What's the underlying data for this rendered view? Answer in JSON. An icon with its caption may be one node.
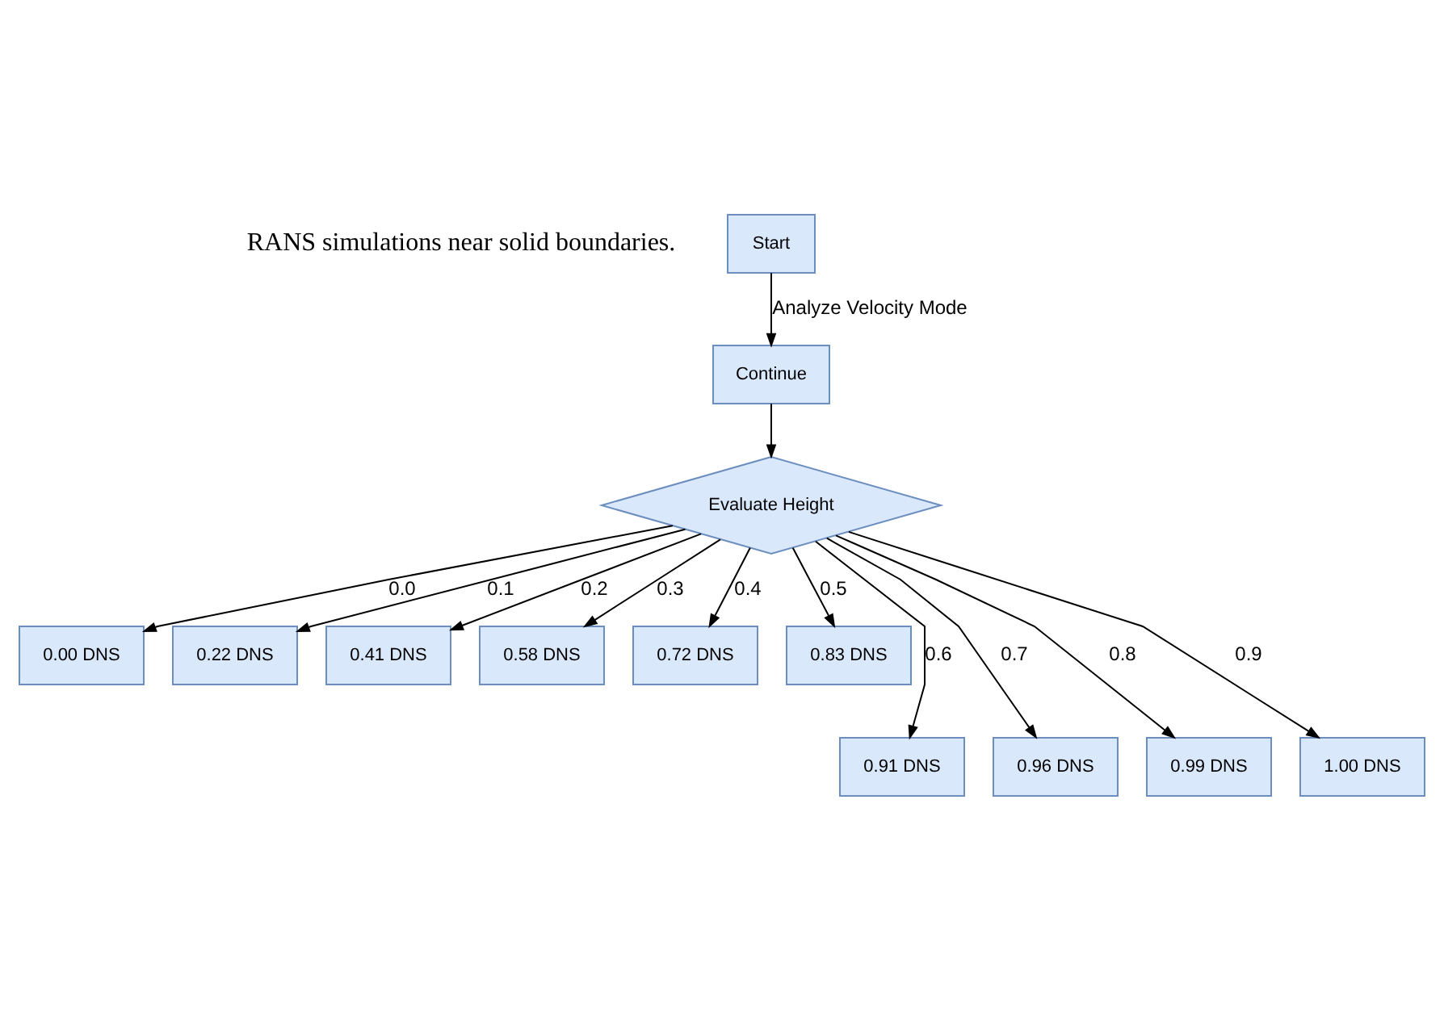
{
  "diagram": {
    "nodes": [
      {
        "text": [
          "Start"
        ]
      },
      {
        "text": [
          "Continue"
        ]
      },
      {
        "text": [
          "Evaluate Height"
        ]
      },
      {
        "text": [
          "0.00 DNS"
        ]
      },
      {
        "text": [
          "0.22 DNS"
        ]
      },
      {
        "text": [
          "0.41 DNS"
        ]
      },
      {
        "text": [
          "0.58 DNS"
        ]
      },
      {
        "text": [
          "0.72 DNS"
        ]
      },
      {
        "text": [
          "0.83 DNS"
        ]
      },
      {
        "text": [
          "0.91 DNS"
        ]
      },
      {
        "text": [
          "0.96 DNS"
        ]
      },
      {
        "text": [
          "0.99 DNS"
        ]
      },
      {
        "text": [
          "1.00 DNS"
        ]
      }
    ],
    "edges": [
      {
        "from": 0,
        "to": 1,
        "arrow": "to",
        "label": "Analyze Velocity Mode"
      },
      {
        "from": 1,
        "to": 2,
        "arrow": "to"
      },
      {
        "from": 2,
        "to": 3,
        "arrow": "to",
        "label": "0.0"
      },
      {
        "from": 2,
        "to": 4,
        "arrow": "to",
        "label": "0.1"
      },
      {
        "from": 2,
        "to": 5,
        "arrow": "to",
        "label": "0.2"
      },
      {
        "from": 2,
        "to": 6,
        "arrow": "to",
        "label": "0.3"
      },
      {
        "from": 2,
        "to": 7,
        "arrow": "to",
        "label": "0.4"
      },
      {
        "from": 2,
        "to": 8,
        "arrow": "to",
        "label": "0.5"
      },
      {
        "from": 2,
        "to": 9,
        "arrow": "to",
        "label": "0.6"
      },
      {
        "from": 2,
        "to": 10,
        "arrow": "to",
        "label": "0.7"
      },
      {
        "from": 2,
        "to": 11,
        "arrow": "to",
        "label": "0.8"
      },
      {
        "from": 2,
        "to": 12,
        "arrow": "to",
        "label": "0.9"
      }
    ],
    "labels": [
      "RANS simulations near solid boundaries."
    ]
  }
}
